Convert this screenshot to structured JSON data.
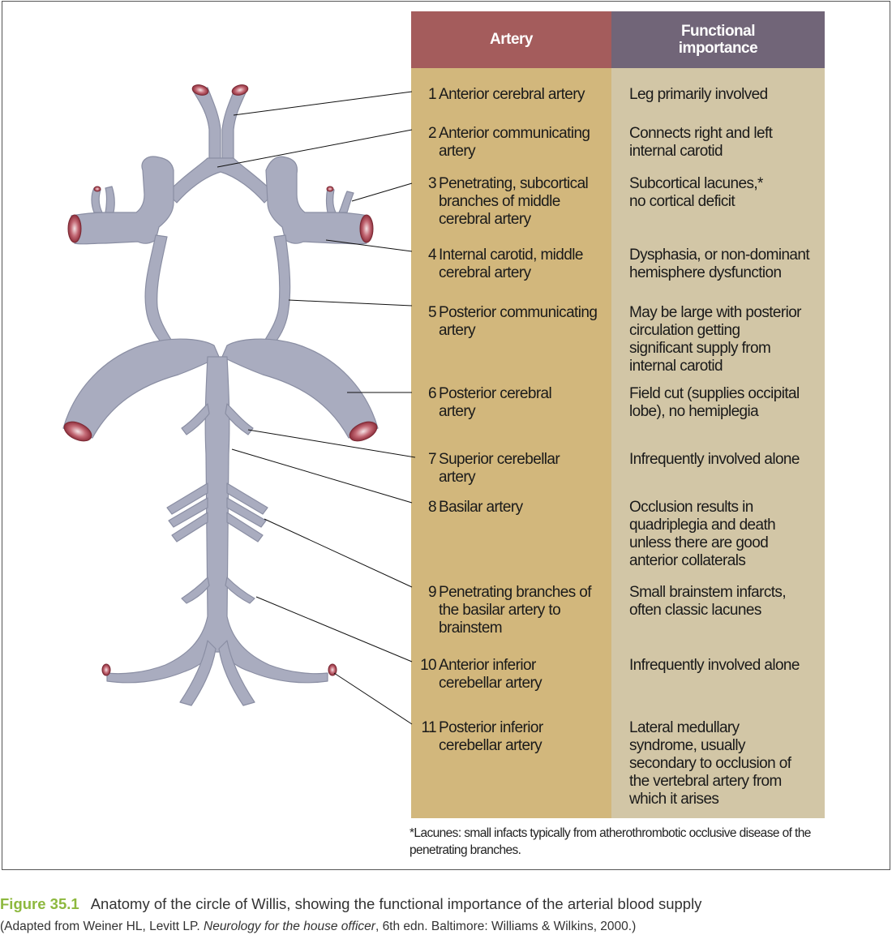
{
  "table": {
    "header_artery": "Artery",
    "header_function": "Functional\nimportance",
    "rows": [
      {
        "num": "1",
        "artery": "Anterior cerebral artery",
        "function": "Leg primarily involved"
      },
      {
        "num": "2",
        "artery": "Anterior communicating\nartery",
        "function": "Connects right and left\ninternal carotid"
      },
      {
        "num": "3",
        "artery": "Penetrating, subcortical\nbranches of middle\ncerebral artery",
        "function": "Subcortical lacunes,*\nno cortical deficit"
      },
      {
        "num": "4",
        "artery": "Internal carotid, middle\ncerebral artery",
        "function": "Dysphasia, or non-dominant\nhemisphere dysfunction"
      },
      {
        "num": "5",
        "artery": "Posterior communicating\nartery",
        "function": "May be large with posterior\ncirculation getting\nsignificant supply from\ninternal carotid"
      },
      {
        "num": "6",
        "artery": "Posterior cerebral\nartery",
        "function": "Field cut (supplies occipital\nlobe), no hemiplegia"
      },
      {
        "num": "7",
        "artery": "Superior cerebellar\nartery",
        "function": "Infrequently involved alone"
      },
      {
        "num": "8",
        "artery": "Basilar artery",
        "function": "Occlusion results in\nquadriplegia and death\nunless there are good\nanterior collaterals"
      },
      {
        "num": "9",
        "artery": "Penetrating branches of\nthe basilar artery to\nbrainstem",
        "function": "Small brainstem infarcts,\noften classic lacunes"
      },
      {
        "num": "10",
        "artery": "Anterior inferior\ncerebellar artery",
        "function": "Infrequently involved alone"
      },
      {
        "num": "11",
        "artery": "Posterior inferior\ncerebellar artery",
        "function": "Lateral medullary\nsyndrome, usually\nsecondary to occlusion of\nthe vertebral artery from\nwhich it arises"
      }
    ],
    "footnote": "*Lacunes: small infacts typically from atherothrombotic occlusive disease of the penetrating branches."
  },
  "caption": {
    "label": "Figure 35.1",
    "text": "Anatomy of the circle of Willis, showing the functional importance of the arterial blood supply",
    "credit_pre": "(Adapted from Weiner HL, Levitt LP. ",
    "credit_title": "Neurology for the house officer",
    "credit_post": ", 6th edn. Baltimore: Williams & Wilkins, 2000.)"
  },
  "colors": {
    "vessel": "#a9acbf",
    "vessel_outline": "#8a8ea3",
    "lumen": "#a8404d",
    "header_artery": "#a45c5c",
    "header_function": "#716578",
    "col_artery": "#d2b77c",
    "col_function": "#d2c6a6",
    "caption_label": "#8db83e"
  }
}
